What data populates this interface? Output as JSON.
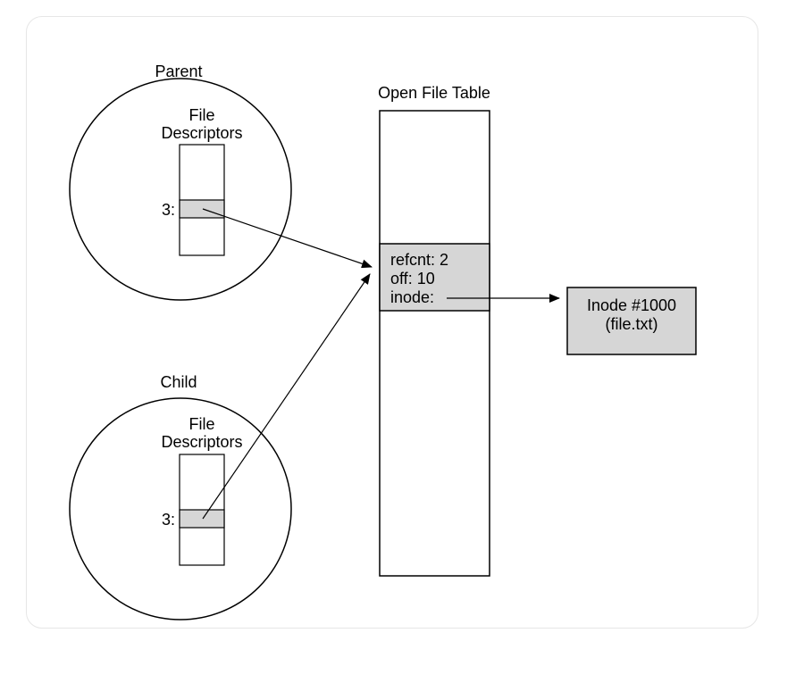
{
  "parent": {
    "title": "Parent",
    "fd_heading_line1": "File",
    "fd_heading_line2": "Descriptors",
    "fd_index": "3:"
  },
  "child": {
    "title": "Child",
    "fd_heading_line1": "File",
    "fd_heading_line2": "Descriptors",
    "fd_index": "3:"
  },
  "open_file_table": {
    "title": "Open File Table",
    "entry": {
      "refcnt": "refcnt: 2",
      "off": "off: 10",
      "inode": "inode:"
    }
  },
  "inode": {
    "line1": "Inode #1000",
    "line2": "(file.txt)"
  },
  "colors": {
    "stroke": "#000000",
    "highlight": "#d6d6d6",
    "card_border": "#e6e6e6"
  }
}
